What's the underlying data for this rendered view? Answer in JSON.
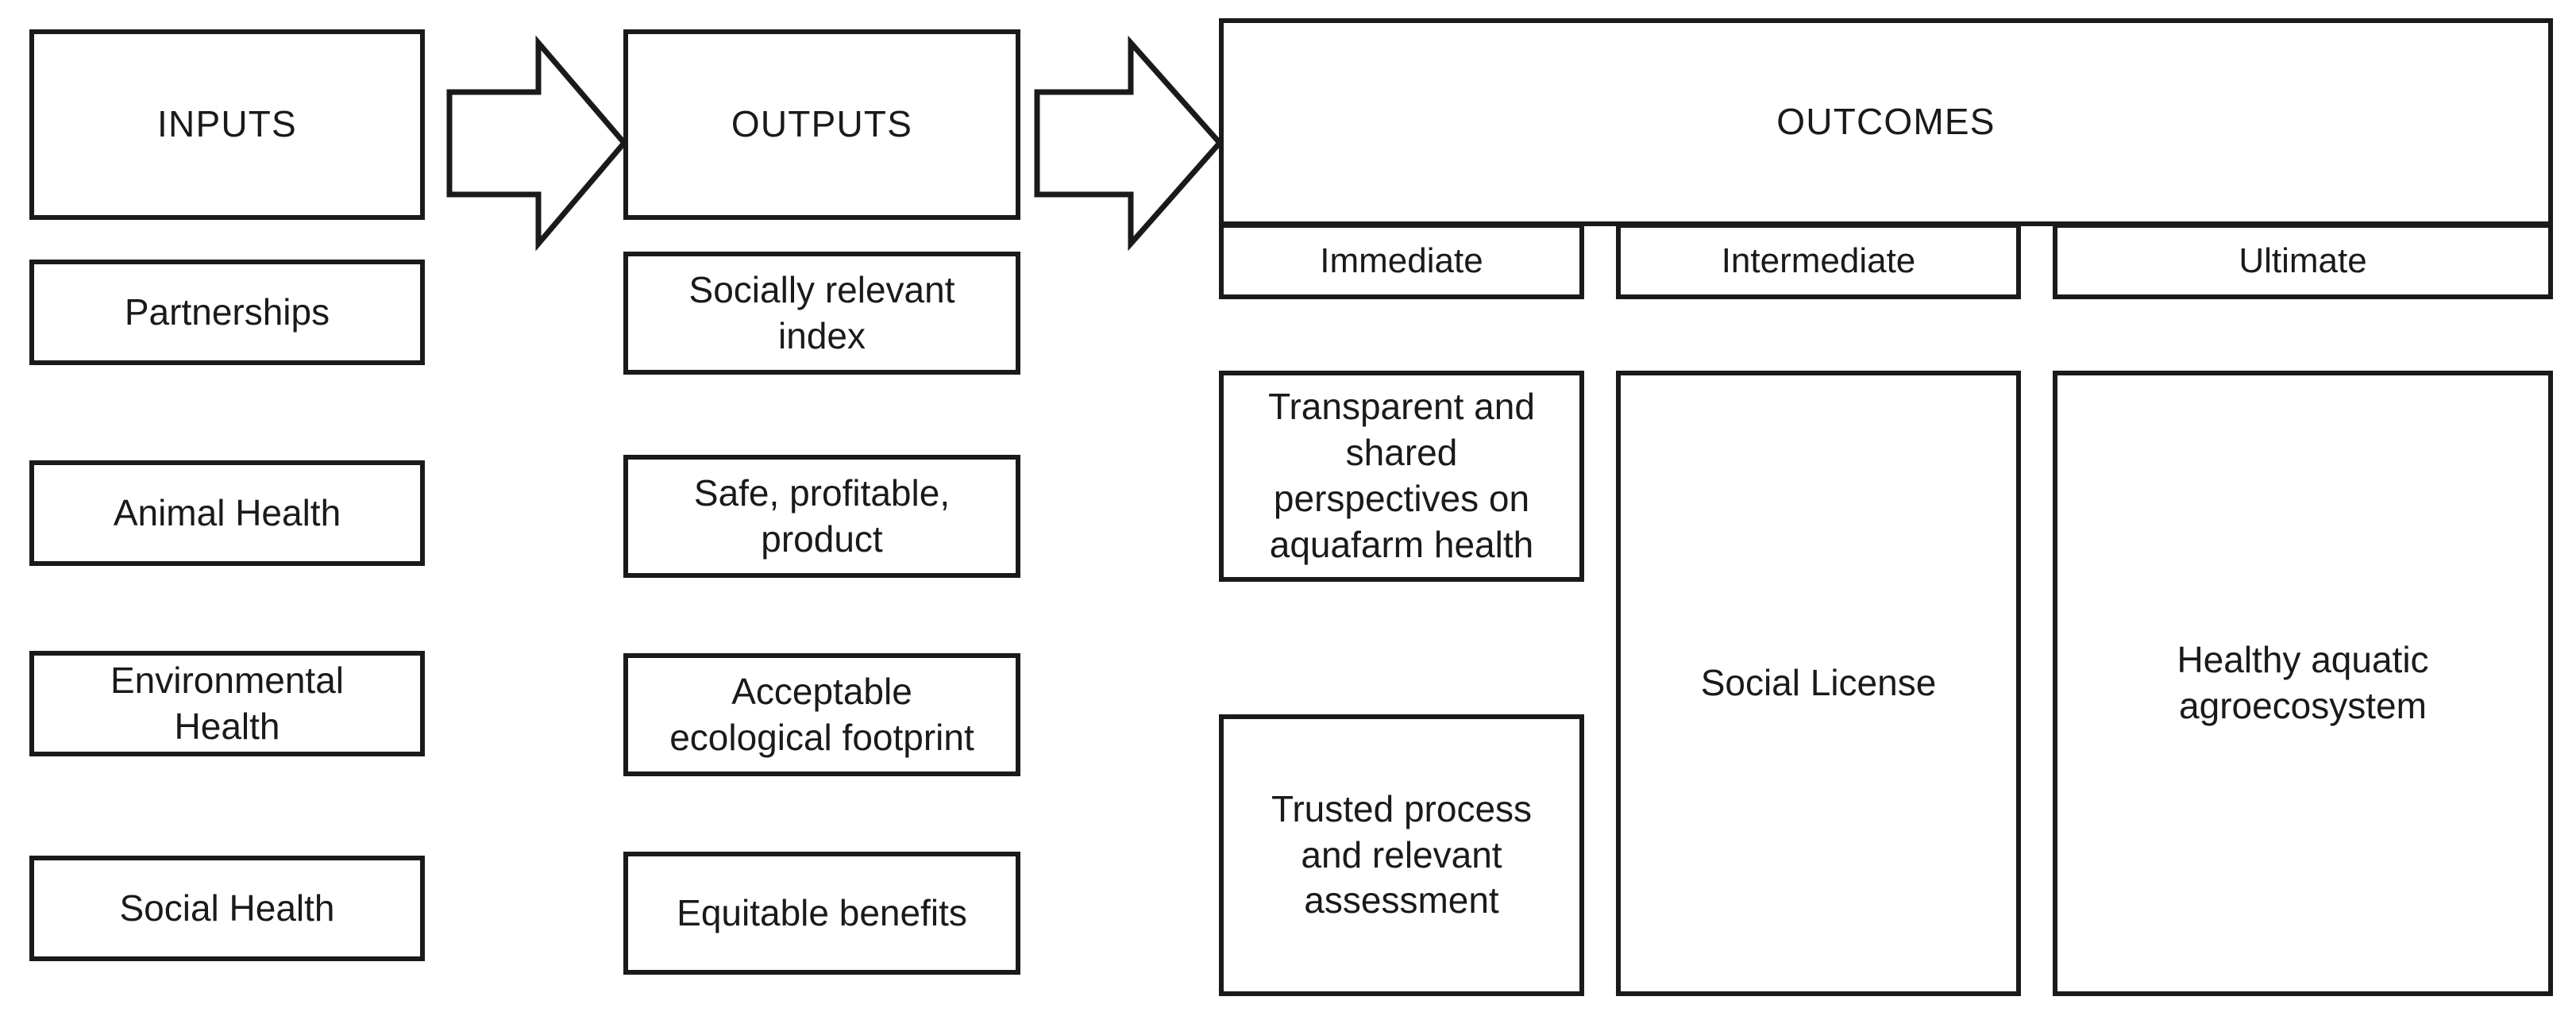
{
  "diagram": {
    "title_columns": {
      "inputs": "INPUTS",
      "outputs": "OUTPUTS",
      "outcomes": "OUTCOMES"
    },
    "inputs": {
      "header": "INPUTS",
      "items": [
        {
          "label": "Partnerships"
        },
        {
          "label": "Animal Health"
        },
        {
          "label": "Environmental\nHealth"
        },
        {
          "label": "Social Health"
        }
      ]
    },
    "outputs": {
      "header": "OUTPUTS",
      "items": [
        {
          "label": "Socially relevant\nindex"
        },
        {
          "label": "Safe, profitable,\nproduct"
        },
        {
          "label": "Acceptable\necological footprint"
        },
        {
          "label": "Equitable benefits"
        }
      ]
    },
    "outcomes": {
      "header": "OUTCOMES",
      "columns": [
        {
          "subheader": "Immediate",
          "items": [
            {
              "label": "Transparent and\nshared\nperspectives on\naquafarm health"
            },
            {
              "label": "Trusted process\nand relevant\nassessment"
            }
          ]
        },
        {
          "subheader": "Intermediate",
          "items": [
            {
              "label": "Social License"
            }
          ]
        },
        {
          "subheader": "Ultimate",
          "items": [
            {
              "label": "Healthy aquatic\nagroecosystem"
            }
          ]
        }
      ]
    },
    "arrows": [
      {
        "name": "inputs-to-outputs",
        "glyph": "block-arrow-right"
      },
      {
        "name": "outputs-to-outcomes",
        "glyph": "block-arrow-right"
      }
    ],
    "colors": {
      "stroke": "#1a1a1a",
      "fill": "#ffffff",
      "text": "#1a1a1a"
    }
  }
}
